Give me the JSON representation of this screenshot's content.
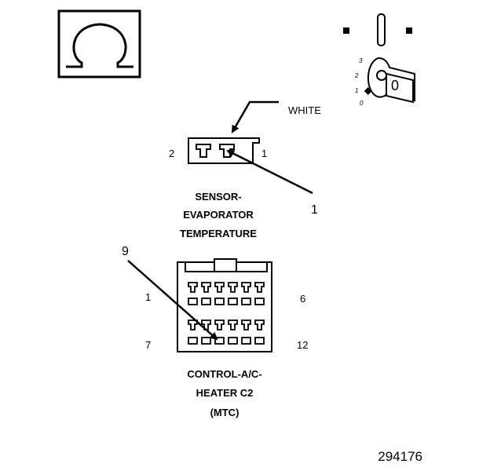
{
  "ohmmeter_symbol": "Ω",
  "ignition": {
    "key_label": "0",
    "positions": [
      "3",
      "2",
      "1",
      "0"
    ]
  },
  "sensor_connector": {
    "wire_color": "WHITE",
    "pin_left": "2",
    "pin_right": "1",
    "title_lines": [
      "SENSOR-",
      "EVAPORATOR",
      "TEMPERATURE"
    ],
    "callout": "1"
  },
  "control_connector": {
    "callout": "9",
    "pin_top_left": "1",
    "pin_top_right": "6",
    "pin_bottom_left": "7",
    "pin_bottom_right": "12",
    "title_lines": [
      "CONTROL-A/C-",
      "HEATER C2",
      "(MTC)"
    ]
  },
  "figure_number": "294176"
}
